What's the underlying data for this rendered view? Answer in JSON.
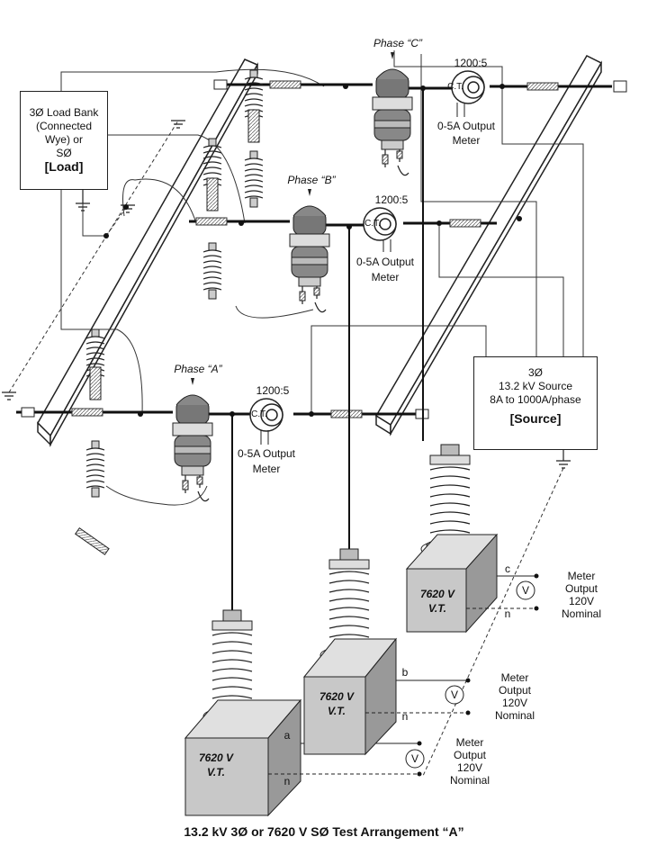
{
  "caption": "13.2 kV 3Ø  or 7620 V SØ  Test Arrangement “A”",
  "load_box": {
    "line1": "3Ø Load Bank",
    "line2": "(Connected",
    "line3": "Wye) or",
    "line4": "SØ",
    "title": "[Load]"
  },
  "source_box": {
    "line1": "3Ø",
    "line2": "13.2 kV Source",
    "line3": "8A to 1000A/phase",
    "title": "[Source]"
  },
  "phases": [
    {
      "label": "Phase “A”"
    },
    {
      "label": "Phase “B”"
    },
    {
      "label": "Phase “C”"
    }
  ],
  "current_transformers": [
    {
      "ratio": "1200:5",
      "tag": "C.T.",
      "output1": "0-5A  Output",
      "output2": "Meter"
    },
    {
      "ratio": "1200:5",
      "tag": "C.T.",
      "output1": "0-5A  Output",
      "output2": "Meter"
    },
    {
      "ratio": "1200:5",
      "tag": "C.T.",
      "output1": "0-5A Output",
      "output2": "Meter"
    }
  ],
  "voltage_transformers": [
    {
      "line1": "7620 V",
      "line2": "V.T.",
      "hot": "a",
      "neutral": "n",
      "meter": "V",
      "out1": "Meter",
      "out2": "Output",
      "out3": "120V",
      "out4": "Nominal"
    },
    {
      "line1": "7620 V",
      "line2": "V.T.",
      "hot": "b",
      "neutral": "n",
      "meter": "V",
      "out1": "Meter",
      "out2": "Output",
      "out3": "120V",
      "out4": "Nominal"
    },
    {
      "line1": "7620 V",
      "line2": "V.T.",
      "hot": "c",
      "neutral": "n",
      "meter": "V",
      "out1": "Meter",
      "out2": "Output",
      "out3": "120V",
      "out4": "Nominal"
    }
  ]
}
